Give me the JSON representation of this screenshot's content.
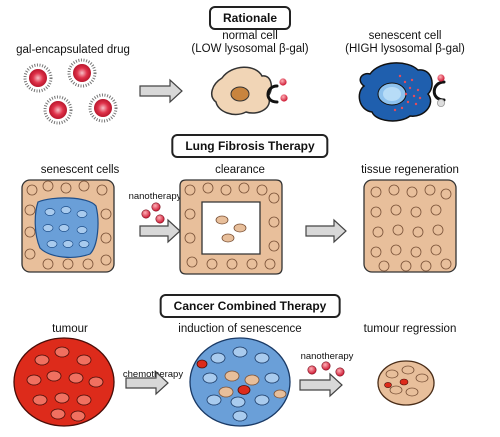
{
  "sections": {
    "rationale": "Rationale",
    "fibrosis": "Lung Fibrosis Therapy",
    "cancer": "Cancer Combined Therapy"
  },
  "rationale": {
    "drug_label": "gal-encapsulated drug",
    "normal_label_1": "normal cell",
    "normal_label_2": "(LOW lysosomal β-gal)",
    "senescent_label_1": "senescent cell",
    "senescent_label_2": "(HIGH lysosomal β-gal)"
  },
  "fibrosis": {
    "stage1": "senescent cells",
    "stage2": "clearance",
    "stage3": "tissue regeneration",
    "arrow_label": "nanotherapy"
  },
  "cancer": {
    "stage1": "tumour",
    "stage2": "induction of senescence",
    "stage3": "tumour regression",
    "arrow1_label": "chemotherapy",
    "arrow2_label": "nanotherapy"
  },
  "colors": {
    "tan": "#e8bf9b",
    "blue": "#6a9fd8",
    "red": "#dd2b1b",
    "drug_red": "#d8283a"
  }
}
